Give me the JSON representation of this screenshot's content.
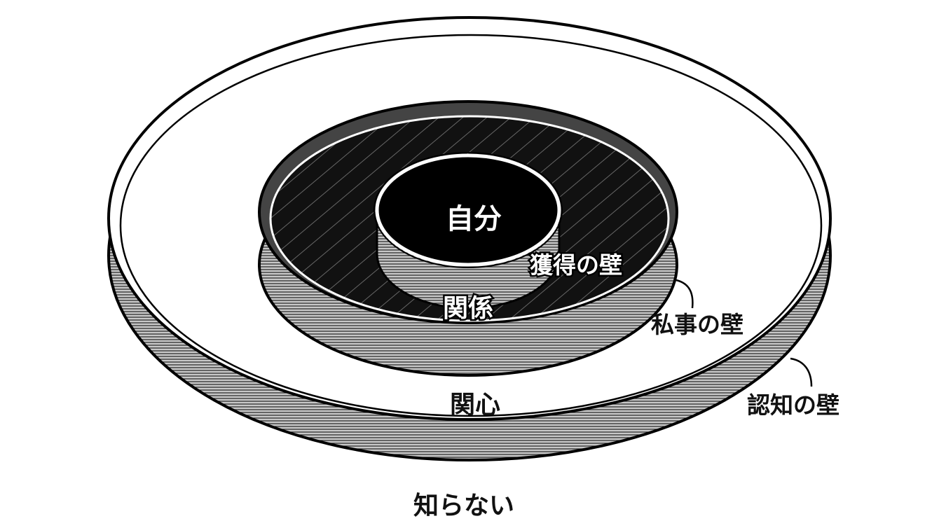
{
  "labels": {
    "self": "自分",
    "acquisition_wall": "獲得の壁",
    "relationship": "関係",
    "private_wall": "私事の壁",
    "interest": "関心",
    "cognition_wall": "認知の壁",
    "unknown": "知らない"
  },
  "colors": {
    "ink": "#111111",
    "wall": "#8a8a8a",
    "paper": "#ffffff"
  }
}
